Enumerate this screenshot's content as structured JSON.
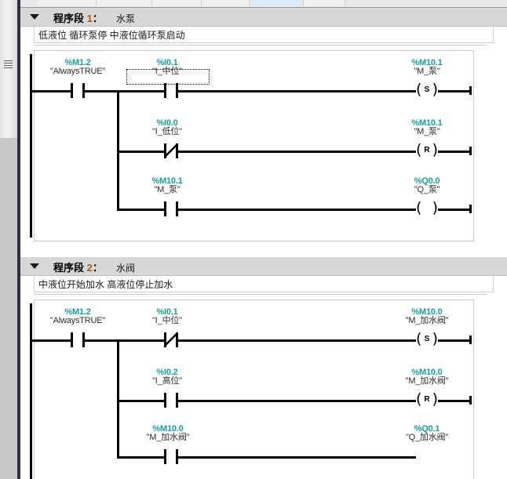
{
  "app": {
    "language": "LAD",
    "accent_address_color": "#10a0a0",
    "accent_number_color": "#b05a12"
  },
  "tabstrip": {
    "tabs": [
      {
        "label": "",
        "selected": false
      },
      {
        "label": "",
        "selected": false
      },
      {
        "label": "",
        "selected": false
      },
      {
        "label": "",
        "selected": false
      },
      {
        "label": "",
        "selected": true
      },
      {
        "label": "",
        "selected": false
      }
    ]
  },
  "networks": [
    {
      "collapse_label": "▼",
      "title": "程序段",
      "number": "1",
      "colon": "：",
      "name": "水泵",
      "comment": "低液位 循环泵停  中液位循环泵启动",
      "rungs": [
        {
          "contacts": [
            {
              "address": "%M1.2",
              "symbol": "\"AlwaysTRUE\"",
              "type": "no",
              "selected": false
            },
            {
              "address": "%I0.1",
              "symbol": "\"I_中位\"",
              "type": "no",
              "selected": true
            }
          ],
          "coil": {
            "address": "%M10.1",
            "symbol": "\"M_泵\"",
            "op": "S"
          }
        },
        {
          "contacts": [
            {
              "address": "%I0.0",
              "symbol": "\"I_低位\"",
              "type": "nc",
              "selected": false
            }
          ],
          "coil": {
            "address": "%M10.1",
            "symbol": "\"M_泵\"",
            "op": "R"
          }
        },
        {
          "contacts": [
            {
              "address": "%M10.1",
              "symbol": "\"M_泵\"",
              "type": "no",
              "selected": false
            }
          ],
          "coil": {
            "address": "%Q0.0",
            "symbol": "\"Q_泵\"",
            "op": ""
          }
        }
      ]
    },
    {
      "collapse_label": "▼",
      "title": "程序段",
      "number": "2",
      "colon": "：",
      "name": "水阀",
      "comment": "中液位开始加水 高液位停止加水",
      "rungs": [
        {
          "contacts": [
            {
              "address": "%M1.2",
              "symbol": "\"AlwaysTRUE\"",
              "type": "no",
              "selected": false
            },
            {
              "address": "%I0.1",
              "symbol": "\"I_中位\"",
              "type": "nc",
              "selected": false
            }
          ],
          "coil": {
            "address": "%M10.0",
            "symbol": "\"M_加水阀\"",
            "op": "S"
          }
        },
        {
          "contacts": [
            {
              "address": "%I0.2",
              "symbol": "\"I_高位\"",
              "type": "no",
              "selected": false
            }
          ],
          "coil": {
            "address": "%M10.0",
            "symbol": "\"M_加水阀\"",
            "op": "R"
          }
        },
        {
          "contacts": [
            {
              "address": "%M10.0",
              "symbol": "\"M_加水阀\"",
              "type": "no",
              "selected": false
            }
          ],
          "coil": {
            "address": "%Q0.1",
            "symbol": "\"Q_加水阀\"",
            "op": ""
          }
        }
      ]
    }
  ]
}
